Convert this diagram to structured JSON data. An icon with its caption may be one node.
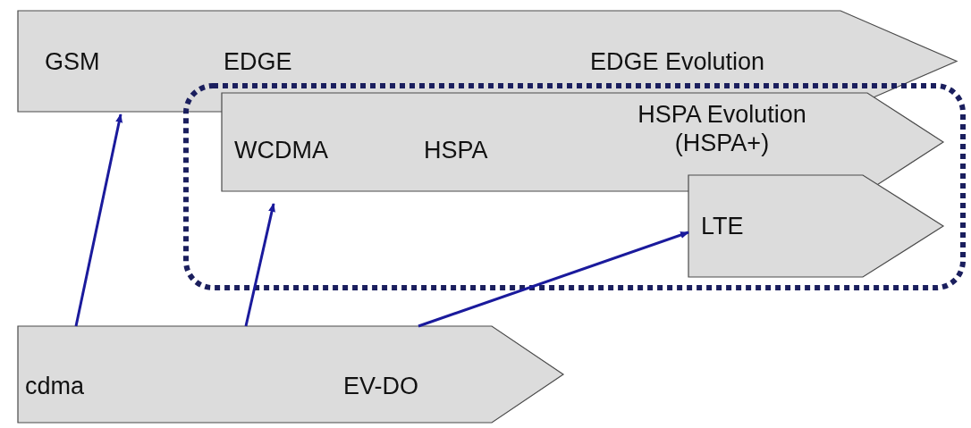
{
  "diagram": {
    "nodes": [
      {
        "text": [
          "GSM",
          "EDGE",
          "EDGE Evolution"
        ]
      },
      {
        "text": [],
        "shape": "box"
      },
      {
        "text": [
          "WCDMA",
          "HSPA",
          "HSPA Evolution (HSPA+)"
        ],
        "in": 1
      },
      {
        "text": [
          "LTE"
        ],
        "in": 1
      },
      {
        "text": [
          "cdma",
          "EV-DO"
        ]
      }
    ],
    "edges": [
      {
        "from": 4,
        "to": 0,
        "arrow": "to"
      },
      {
        "from": 4,
        "to": 2,
        "arrow": "to"
      },
      {
        "from": 4,
        "to": 3,
        "arrow": "to"
      }
    ]
  }
}
